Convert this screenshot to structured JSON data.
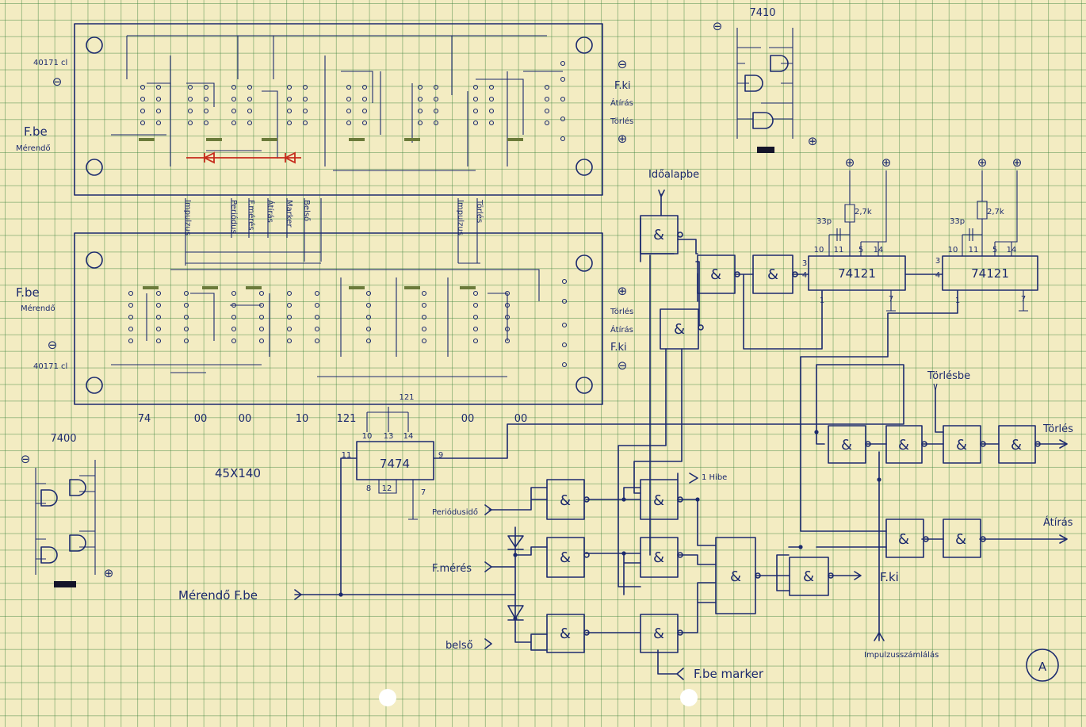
{
  "board_top": {
    "left_labels": [
      "40171 cl",
      "F.be",
      "Mérendő"
    ],
    "right_labels": [
      "F.ki",
      "Átírás",
      "Törlés"
    ],
    "bottom_labels": [
      "Impulzus",
      "Periódus",
      "F.mérés",
      "Átírás",
      "Marker",
      "Belső",
      "Impulzus",
      "Törlés"
    ],
    "symbols": {
      "minus": "⊖",
      "plus": "⊕"
    }
  },
  "board_bottom": {
    "left_labels": [
      "F.be",
      "Mérendő",
      "40171 cl"
    ],
    "right_labels": [
      "Törlés",
      "Átírás",
      "F.ki"
    ],
    "chip_labels": [
      "74",
      "00",
      "00",
      "10",
      "121",
      "00",
      "00"
    ]
  },
  "chip_7410": {
    "title": "7410"
  },
  "chip_7400": {
    "title": "7400"
  },
  "size_label": "45X140",
  "circuit": {
    "input_labels": {
      "idoalap": "Időalapbe",
      "hiba": "1 Hibe",
      "periodus": "Periódusidő",
      "fmeres": "F.mérés",
      "merendo": "Mérendő F.be",
      "belso": "belső",
      "torlesbe": "Törlésbe"
    },
    "output_labels": {
      "torles": "Törlés",
      "atiras": "Átírás",
      "fki": "F.ki",
      "impulzus": "Impulzusszámlálás",
      "fbe_marker": "F.be marker"
    },
    "gate_symbol": "&",
    "ff": {
      "name": "7474",
      "top_label": "121",
      "pins": [
        "10",
        "13",
        "14",
        "11",
        "9",
        "8",
        "12",
        "7"
      ]
    },
    "oneshot1": {
      "name": "74121",
      "resistor": "2,7k",
      "capacitor": "33p",
      "pins": [
        "10",
        "11",
        "5",
        "14",
        "3",
        "4",
        "1",
        "7"
      ]
    },
    "oneshot2": {
      "name": "74121",
      "resistor": "2,7k",
      "capacitor": "33p",
      "pins": [
        "10",
        "11",
        "5",
        "14",
        "3",
        "4",
        "1",
        "7"
      ]
    }
  },
  "signature": "A",
  "colors": {
    "ink": "#1c2a6e",
    "paper": "#f3ecc2",
    "grid": "#5d9a5d",
    "red_trace": "#c62a1c"
  }
}
